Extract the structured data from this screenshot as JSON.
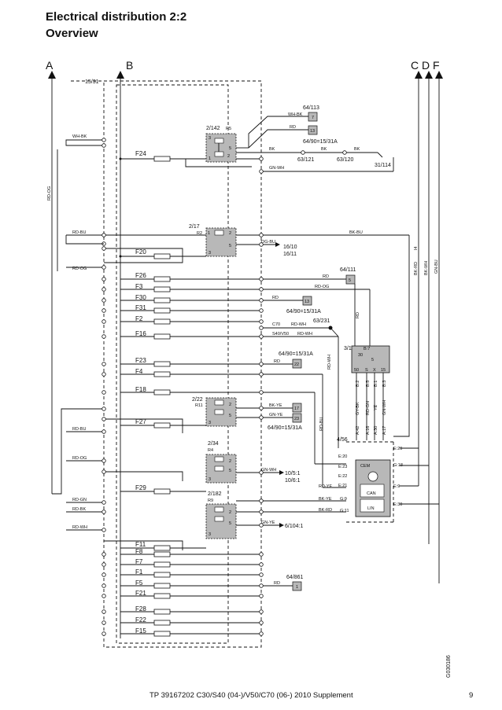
{
  "page": {
    "title": "Electrical distribution 2:2",
    "subtitle": "Overview",
    "footer": "TP 39167202 C30/S40 (04-)/V50/C70 (06-) 2010 Supplement",
    "page_number": "9",
    "figure_code": "G030186"
  },
  "arrows": {
    "a": "A",
    "b": "B",
    "cdf": "C D F"
  },
  "fuses": {
    "f24": "F24",
    "f20": "F20",
    "f26": "F26",
    "f3": "F3",
    "f30": "F30",
    "f31": "F31",
    "f2": "F2",
    "f16": "F16",
    "f23": "F23",
    "f4": "F4",
    "f18": "F18",
    "f27": "F27",
    "f29": "F29",
    "f11": "F11",
    "f8": "F8",
    "f7": "F7",
    "f1": "F1",
    "f5": "F5",
    "f21": "F21",
    "f28": "F28",
    "f22": "F22",
    "f15": "F15"
  },
  "wires": {
    "wh_bk": "WH-BK",
    "rd_og_vert": "RD-OG",
    "rd_bu": "RD-BU",
    "rd_og": "RD-OG",
    "rd_bu2": "RD-BU",
    "rd_og2": "RD-OG",
    "rd_gn": "RD-GN",
    "rd_bk": "RD-BK",
    "rd_wh": "RD-WH",
    "bk1": "BK",
    "bk2": "BK",
    "bk3": "BK",
    "gn_wh": "GN-WH",
    "wh_bk_top": "WH-BK",
    "rd_top": "RD",
    "og_bu": "OG-BU",
    "bk_bu": "BK-BU",
    "rd_f26": "RD",
    "rd_og_f3": "RD-OG",
    "rd_f30": "RD",
    "rd_wh_c70": "RD-WH",
    "rd_wh_s40": "RD-WH",
    "rd_f23": "RD",
    "bk_ye": "BK-YE",
    "gn_ye": "GN-YE",
    "gn_wh2": "GN-WH",
    "rd_ye": "RD-YE",
    "bk_ye2": "BK-YE",
    "bk_rd": "BK-RD",
    "gn_ye2": "GN-YE",
    "rd_861": "RD",
    "rd_vert": "RD",
    "rd_wh_vert": "RD-WH",
    "rd_bu_vert": "RD-BU",
    "bk_rd_r": "BK-RD",
    "bk_wh_r": "BK-WH",
    "gn_bu_r": "GN-BU",
    "i4": "I4",
    "gy_bk": "GY-BK",
    "rd_gn_v": "RD-GN",
    "ye": "YE",
    "gn_wh_v": "GN-WH",
    "c70": "C70",
    "s40v50": "S40/V50"
  },
  "components": {
    "c15_31": "15/31",
    "c64_113": "64/113",
    "c2_142": "2/142",
    "r5": "R5",
    "c64_90_top": "64/90=15/31A",
    "c63_121": "63/121",
    "c63_120": "63/120",
    "c31_114": "31/114",
    "c2_17": "2/17",
    "r2": "R2",
    "c16_10": "16/10",
    "c16_11": "16/11",
    "c64_111": "64/111",
    "c64_90_2": "64/90=15/31A",
    "c63_231": "63/231",
    "c3_1": "3/1",
    "b7": "B:7",
    "c64_90_3": "64/90=15/31A",
    "c2_22": "2/22",
    "r11": "R11",
    "c64_90_4": "64/90=15/31A",
    "c2_34": "2/34",
    "r4": "R4",
    "c10_5_1": "10/5:1",
    "c10_6_1": "10/6:1",
    "c2_182": "2/182",
    "r9": "R9",
    "c6_104_1": "6/104:1",
    "c4_56": "4/56",
    "cem": "CEM",
    "can": "CAN",
    "lin": "LIN",
    "c64_861": "64/861"
  },
  "pins": {
    "p7": "7",
    "p13a": "13",
    "p5": "5",
    "p13b": "13",
    "p22": "22",
    "p17": "17",
    "p23": "23",
    "p1": "1",
    "b2": "B:2",
    "b5": "B:5",
    "b1": "B:1",
    "b3": "B:3",
    "a42": "A:42",
    "a16": "A:16",
    "a30": "A:30",
    "a17": "A:17",
    "e20": "E:20",
    "e23": "E:23",
    "e22": "E:22",
    "e21": "E:21",
    "g9": "G:9",
    "g11": "G:11",
    "e29": "E:29",
    "g18": "G:18",
    "e9": "E:9",
    "e30": "E:30",
    "n30": "30",
    "n50": "50",
    "n5": "5",
    "ns": "S",
    "nx": "X",
    "n15": "15"
  }
}
